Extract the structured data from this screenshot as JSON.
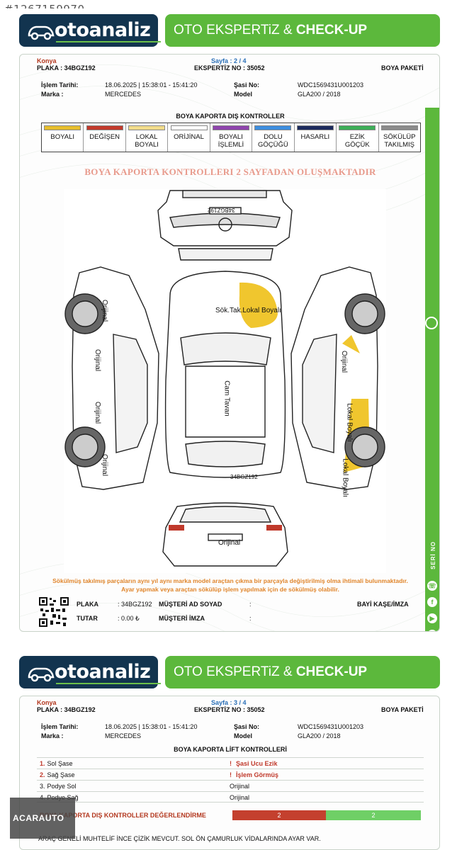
{
  "image_id_text": "#1267159970",
  "brand": {
    "logo_text": "otoanaliz",
    "title_regular": "OTO EKSPERTiZ & ",
    "title_bold": "CHECK-UP"
  },
  "page1": {
    "city": "Konya",
    "page_label": "Sayfa : 2 / 4",
    "plate_label": "PLAKA : 34BGZ192",
    "report_no": "EKSPERTİZ NO : 35052",
    "package": "BOYA PAKETİ",
    "process_date_label": "İşlem Tarihi:",
    "process_date_value": "18.06.2025 | 15:38:01 - 15:41:20",
    "brand_label": "Marka :",
    "brand_value": "MERCEDES",
    "chassis_label": "Şasi No:",
    "chassis_value": "WDC1569431U001203",
    "model_label": "Model",
    "model_value": "GLA200 / 2018",
    "legend_title": "BOYA KAPORTA DIŞ KONTROLLER",
    "legend": [
      {
        "label": "BOYALI",
        "color": "#e6bd2c"
      },
      {
        "label": "DEĞİŞEN",
        "color": "#c1392b"
      },
      {
        "label": "LOKAL\nBOYALI",
        "color": "#f1db8a"
      },
      {
        "label": "ORİJİNAL",
        "color": "#ffffff"
      },
      {
        "label": "BOYALI\nİŞLEMLİ",
        "color": "#8e44ad"
      },
      {
        "label": "DOLU\nGÖÇÜĞÜ",
        "color": "#3c8dde"
      },
      {
        "label": "HASARLI",
        "color": "#1b2a5c"
      },
      {
        "label": "EZİK\nGÖÇÜK",
        "color": "#3cae57"
      },
      {
        "label": "SÖKÜLÜP\nTAKILMIŞ",
        "color": "#8a8a8a"
      }
    ],
    "note_red": "BOYA KAPORTA KONTROLLERI 2 SAYFADAN OLUŞMAKTADIR",
    "part_labels": {
      "hood": "Sök.Tak.Lokal Boyalı",
      "roof": "Cam Tavan",
      "rear": "Orijinal",
      "left_1": "Orijinal",
      "left_2": "Orijinal",
      "left_3": "Orijinal",
      "left_4": "Orijinal",
      "right_1": "Orijinal",
      "right_2": "Lokal Boyalı",
      "right_3": "Lokal Boyalı"
    },
    "plate_on_car": "34BGZ192",
    "bottom_note_1": "Sökülmüş takılmış parçaların aynı yıl aynı marka model araçtan çıkma bir parçayla değiştirilmiş olma ihtimali bulunmaktadır.",
    "bottom_note_2": "Ayar yapmak veya araçtan sökülüp işlem yapılmak için de sökülmüş olabilir.",
    "footer": {
      "plate_label": "PLAKA",
      "plate_value": ": 34BGZ192",
      "amount_label": "TUTAR",
      "amount_value": ": 0.00 ₺",
      "customer_label": "MÜŞTERİ AD SOYAD",
      "customer_colon": ":",
      "signature_label": "MÜŞTERİ İMZA",
      "signature_colon": ":",
      "dealer_label": "BAYİ KAŞE/İMZA"
    },
    "side_bar": {
      "seri_no": "SERİ NO"
    }
  },
  "page2": {
    "city": "Konya",
    "page_label": "Sayfa : 3 / 4",
    "plate_label": "PLAKA : 34BGZ192",
    "report_no": "EKSPERTİZ NO : 35052",
    "package": "BOYA PAKETİ",
    "process_date_label": "İşlem Tarihi:",
    "process_date_value": "18.06.2025 | 15:38:01 - 15:41:20",
    "brand_label": "Marka :",
    "brand_value": "MERCEDES",
    "chassis_label": "Şasi No:",
    "chassis_value": "WDC1569431U001203",
    "model_label": "Model",
    "model_value": "GLA200 / 2018",
    "lift_title": "BOYA KAPORTA LİFT KONTROLLERİ",
    "lift_rows": [
      {
        "num": "1.",
        "part": "Sol Şase",
        "mark": "!",
        "result": "Şasi Ucu Ezik",
        "bad": true
      },
      {
        "num": "2.",
        "part": "Sağ Şase",
        "mark": "!",
        "result": "İşlem Görmüş",
        "bad": true
      },
      {
        "num": "3.",
        "part": "Podye Sol",
        "mark": "",
        "result": "Orijinal",
        "bad": false
      },
      {
        "num": "4.",
        "part": "Podye Sağ",
        "mark": "",
        "result": "Orijinal",
        "bad": false
      }
    ],
    "eval_label": "BOYA KAPORTA DIŞ KONTROLLER DEĞERLENDİRME",
    "eval_red": "2",
    "eval_green": "2",
    "summary": "ARAÇ GENELİ MUHTELİF İNCE ÇİZİK MEVCUT. SOL ÖN ÇAMURLUK VİDALARINDA AYAR VAR."
  },
  "dealer_watermark": "ACARAUTO"
}
